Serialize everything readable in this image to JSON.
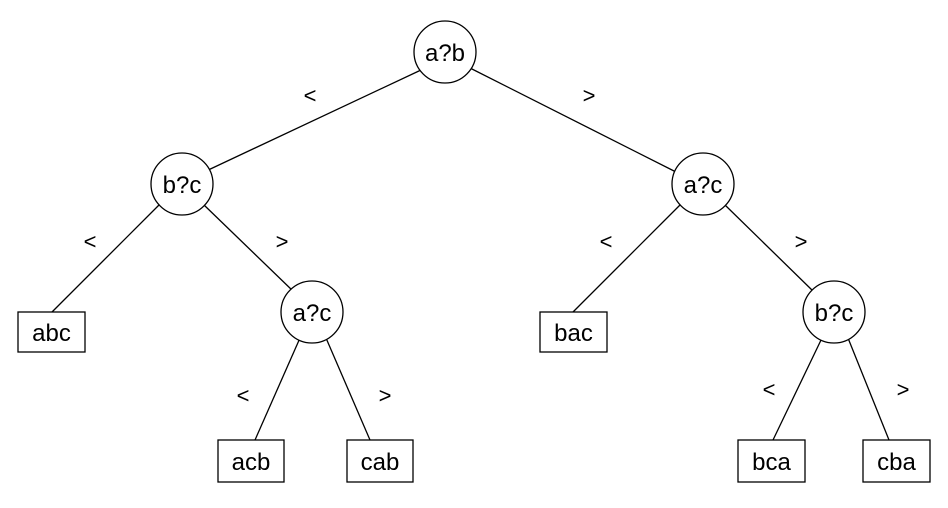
{
  "nodes": {
    "root": {
      "label": "a?b"
    },
    "l": {
      "label": "b?c"
    },
    "r": {
      "label": "a?c"
    },
    "lr": {
      "label": "a?c"
    },
    "rr": {
      "label": "b?c"
    }
  },
  "leaves": {
    "ll": {
      "label": "abc"
    },
    "lrl": {
      "label": "acb"
    },
    "lrr": {
      "label": "cab"
    },
    "rl": {
      "label": "bac"
    },
    "rrl": {
      "label": "bca"
    },
    "rrr": {
      "label": "cba"
    }
  },
  "edges": {
    "root_l": "<",
    "root_r": ">",
    "l_ll": "<",
    "l_lr": ">",
    "lr_lrl": "<",
    "lr_lrr": ">",
    "r_rl": "<",
    "r_rr": ">",
    "rr_rrl": "<",
    "rr_rrr": ">"
  }
}
